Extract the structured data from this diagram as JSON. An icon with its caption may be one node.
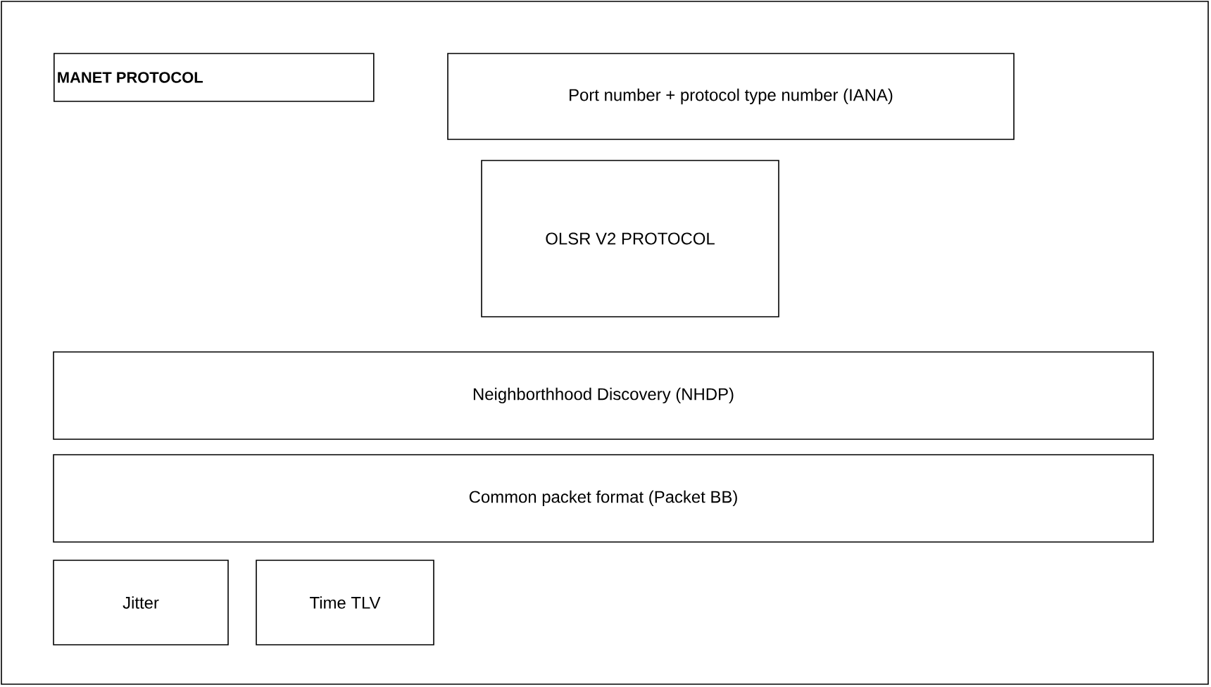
{
  "diagram": {
    "nodes": [
      {
        "text": [],
        "shape": "box"
      },
      {
        "text": [
          "MANET PROTOCOL"
        ],
        "in": 0
      },
      {
        "text": [
          "Port number + protocol type number (IANA)"
        ],
        "in": 0
      },
      {
        "text": [
          "OLSR V2 PROTOCOL"
        ],
        "in": 0
      },
      {
        "text": [
          "Neighborthhood Discovery (NHDP)"
        ],
        "in": 0
      },
      {
        "text": [
          "Common packet format (Packet BB)"
        ],
        "in": 0
      },
      {
        "text": [
          "Jitter"
        ],
        "in": 0
      },
      {
        "text": [
          "Time TLV"
        ],
        "in": 0
      }
    ]
  }
}
